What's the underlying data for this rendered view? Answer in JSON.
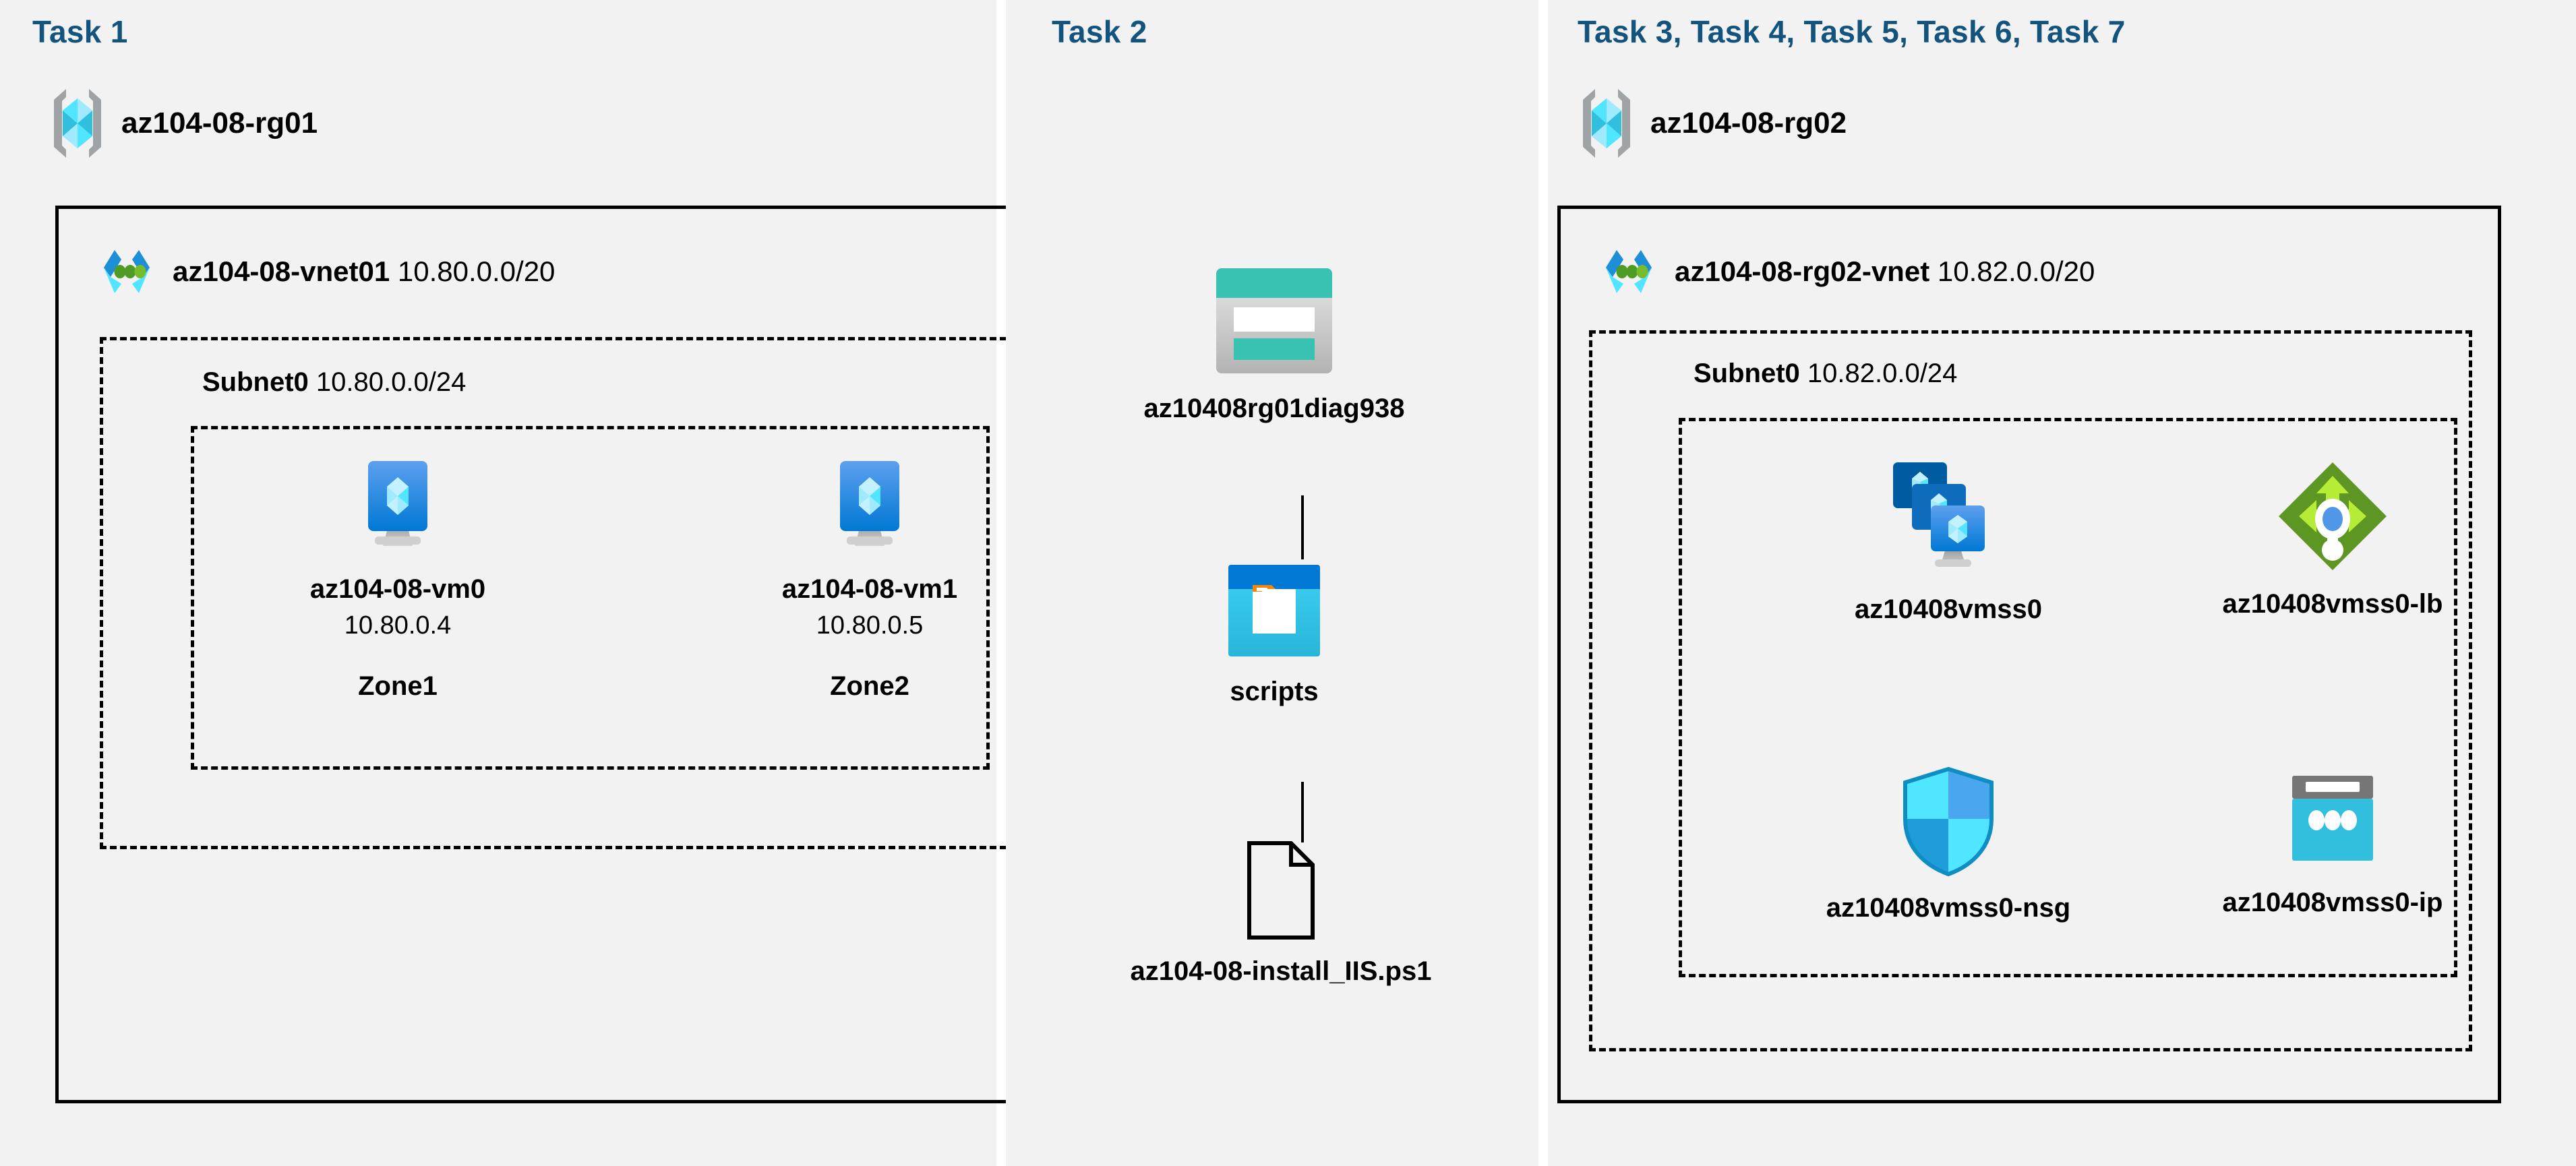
{
  "panels": [
    {
      "task_label": "Task 1"
    },
    {
      "task_label": "Task 2"
    },
    {
      "task_label": "Task 3, Task 4, Task 5, Task 6, Task 7"
    }
  ],
  "resource_groups": [
    {
      "name": "az104-08-rg01",
      "icon": "resource-group-icon"
    },
    {
      "name": "az104-08-rg02",
      "icon": "resource-group-icon"
    }
  ],
  "vnets": [
    {
      "name": "az104-08-vnet01",
      "cidr": "10.80.0.0/20",
      "icon": "virtual-network-icon"
    },
    {
      "name": "az104-08-rg02-vnet",
      "cidr": "10.82.0.0/20",
      "icon": "virtual-network-icon"
    }
  ],
  "subnets": [
    {
      "name": "Subnet0",
      "cidr": "10.80.0.0/24"
    },
    {
      "name": "Subnet0",
      "cidr": "10.82.0.0/24"
    }
  ],
  "nodes": {
    "vm0": {
      "name": "az104-08-vm0",
      "ip": "10.80.0.4",
      "zone": "Zone1",
      "icon": "virtual-machine-icon"
    },
    "vm1": {
      "name": "az104-08-vm1",
      "ip": "10.80.0.5",
      "zone": "Zone2",
      "icon": "virtual-machine-icon"
    },
    "storage": {
      "name": "az10408rg01diag938",
      "icon": "storage-account-icon"
    },
    "container": {
      "name": "scripts",
      "icon": "blob-container-icon"
    },
    "script": {
      "name": "az104-08-install_IIS.ps1",
      "icon": "file-document-icon"
    },
    "vmss": {
      "name": "az10408vmss0",
      "icon": "vm-scale-set-icon"
    },
    "lb": {
      "name": "az10408vmss0-lb",
      "icon": "load-balancer-icon"
    },
    "nsg": {
      "name": "az10408vmss0-nsg",
      "icon": "network-security-group-icon"
    },
    "ip": {
      "name": "az10408vmss0-ip",
      "icon": "public-ip-address-icon"
    }
  },
  "colors": {
    "panel_background": "#f2f2f2",
    "page_background": "#ffffff",
    "task_label": "#13547e",
    "border": "#000000",
    "azure_blue": "#0078d4",
    "azure_cyan": "#50e6ff",
    "storage_teal": "#37c2b1",
    "load_balancer_green": "#5e9624",
    "public_ip_cyan": "#32bedd"
  }
}
